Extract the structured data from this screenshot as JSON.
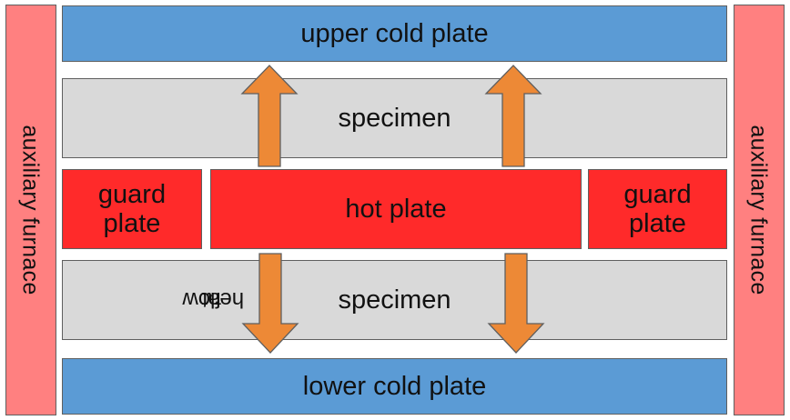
{
  "labels": {
    "upper_cold_plate": "upper cold plate",
    "lower_cold_plate": "lower cold plate",
    "specimen_top": "specimen",
    "specimen_bottom": "specimen",
    "hot_plate": "hot plate",
    "guard_left_line1": "guard",
    "guard_left_line2": "plate",
    "guard_right_line1": "guard",
    "guard_right_line2": "plate",
    "auxiliary_furnace_left": "auxiliary furnace",
    "auxiliary_furnace_right": "auxiliary furnace",
    "heat_flow_line1": "heat",
    "heat_flow_line2": "flow"
  },
  "colors": {
    "cold_plate": "#5b9bd5",
    "specimen": "#d9d9d9",
    "hot_plate": "#ff2a2a",
    "guard_plate": "#ff2a2a",
    "auxiliary_furnace": "#ff8080",
    "arrow": "#ed8936",
    "outline": "#5f5f5f"
  },
  "arrows": [
    {
      "id": "arrow-up-left",
      "direction": "up"
    },
    {
      "id": "arrow-up-right",
      "direction": "up"
    },
    {
      "id": "arrow-down-left",
      "direction": "down"
    },
    {
      "id": "arrow-down-right",
      "direction": "down"
    }
  ]
}
